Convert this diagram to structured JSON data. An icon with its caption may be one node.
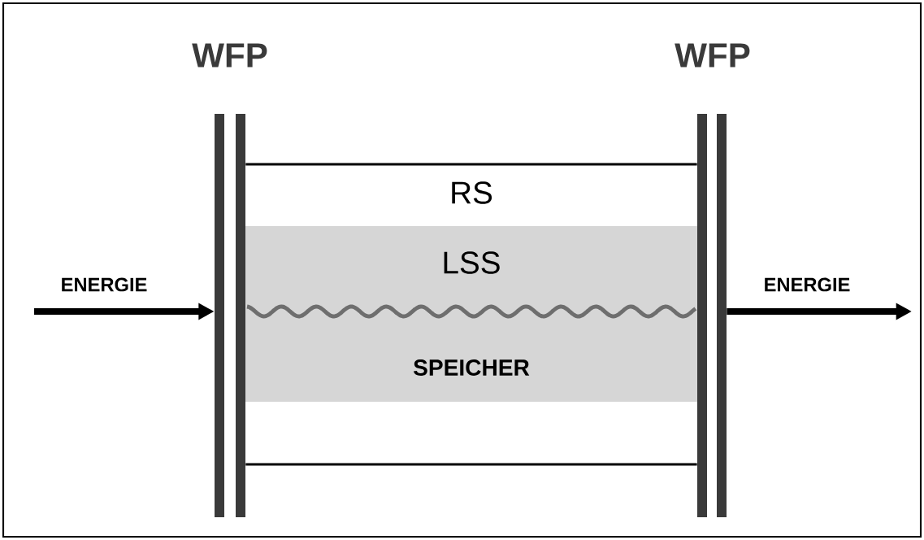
{
  "diagram": {
    "nodes": [
      {
        "text": [
          "WFP"
        ]
      },
      {
        "text": [
          "WFP"
        ]
      },
      {
        "text": [
          "LSS",
          "SPEICHER"
        ]
      }
    ],
    "edges": [
      {
        "from": null,
        "to": 0,
        "arrow": "to",
        "label": "ENERGIE",
        "style": "thick"
      },
      {
        "from": 1,
        "to": null,
        "arrow": "to",
        "label": "ENERGIE",
        "style": "thick"
      },
      {
        "from": 0,
        "to": 1,
        "arrow": "none"
      },
      {
        "from": 0,
        "to": 1,
        "arrow": "none"
      }
    ],
    "labels": [
      "RS"
    ]
  }
}
